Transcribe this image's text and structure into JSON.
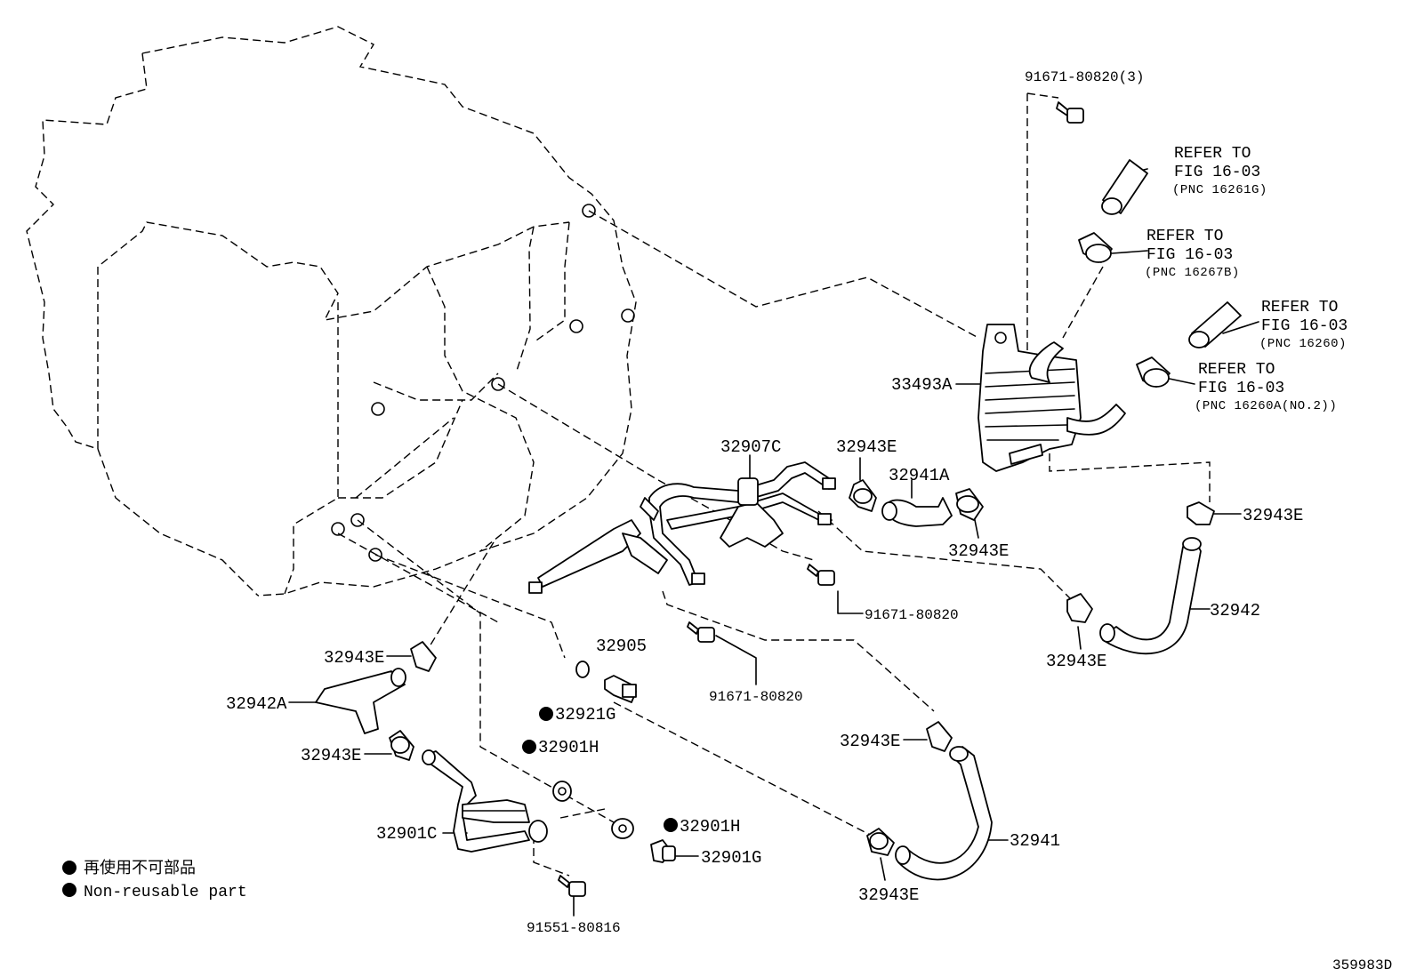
{
  "diagram": {
    "id_code": "359983D",
    "legend": {
      "jp": "再使用不可部品",
      "en": "Non-reusable part"
    },
    "refer_notes": [
      {
        "refer": "REFER TO",
        "fig": "FIG 16-03",
        "pnc": "(PNC 16261G)"
      },
      {
        "refer": "REFER TO",
        "fig": "FIG 16-03",
        "pnc": "(PNC 16267B)"
      },
      {
        "refer": "REFER TO",
        "fig": "FIG 16-03",
        "pnc": "(PNC 16260)"
      },
      {
        "refer": "REFER TO",
        "fig": "FIG 16-03",
        "pnc": "(PNC 16260A(NO.2))"
      }
    ],
    "parts": {
      "p91671_80820_3": "91671-80820(3)",
      "p33493A": "33493A",
      "p32907C": "32907C",
      "p32943E_1": "32943E",
      "p32941A": "32941A",
      "p32943E_2": "32943E",
      "p32943E_3": "32943E",
      "p91671_80820_a": "91671-80820",
      "p32942": "32942",
      "p32943E_4": "32943E",
      "p32905": "32905",
      "p32943E_5": "32943E",
      "p91671_80820_b": "91671-80820",
      "p32942A": "32942A",
      "p32921G": "32921G",
      "p32901H_1": "32901H",
      "p32943E_6": "32943E",
      "p32943E_7": "32943E",
      "p32901C": "32901C",
      "p32901H_2": "32901H",
      "p32901G": "32901G",
      "p32941": "32941",
      "p32943E_8": "32943E",
      "p91551_80816": "91551-80816"
    }
  }
}
